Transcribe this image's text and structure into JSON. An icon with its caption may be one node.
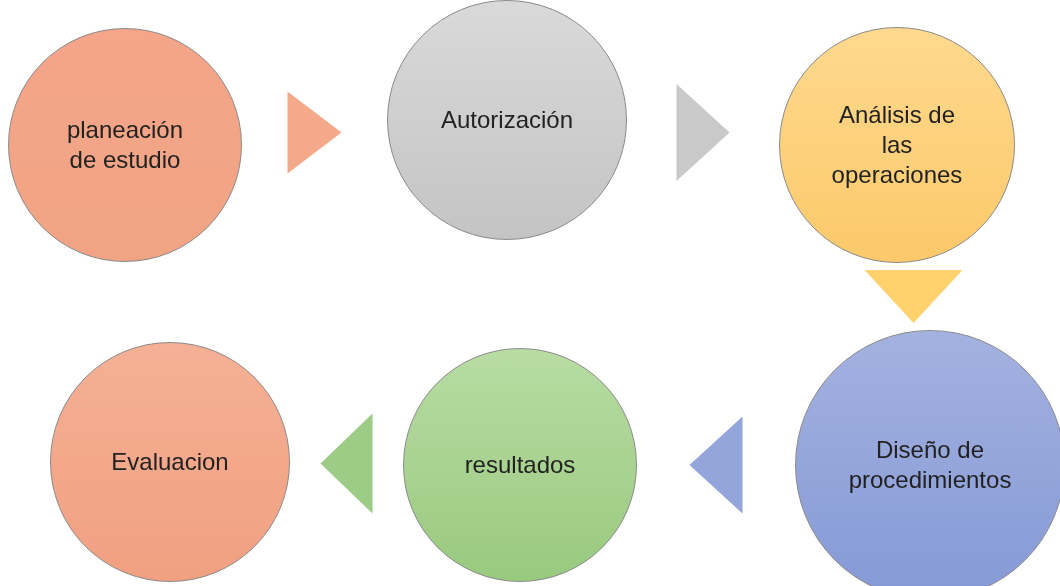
{
  "diagram": {
    "nodes": [
      {
        "text": [
          "planeación de estudio"
        ]
      },
      {
        "text": [
          "Autorización"
        ]
      },
      {
        "text": [
          "Análisis de las operaciones"
        ]
      },
      {
        "text": [
          "Diseño de procedimientos"
        ]
      },
      {
        "text": [
          "resultados"
        ]
      },
      {
        "text": [
          "Evaluacion"
        ]
      }
    ],
    "edges": [
      {
        "from": 0,
        "to": 1,
        "arrow": "to",
        "color": "#f4a98a"
      },
      {
        "from": 1,
        "to": 2,
        "arrow": "to",
        "color": "#c9c9c9"
      },
      {
        "from": 2,
        "to": 3,
        "arrow": "to",
        "color": "#ffd26e"
      },
      {
        "from": 3,
        "to": 4,
        "arrow": "to",
        "color": "#93a5da"
      },
      {
        "from": 4,
        "to": 5,
        "arrow": "to",
        "color": "#9dcc86"
      }
    ]
  }
}
